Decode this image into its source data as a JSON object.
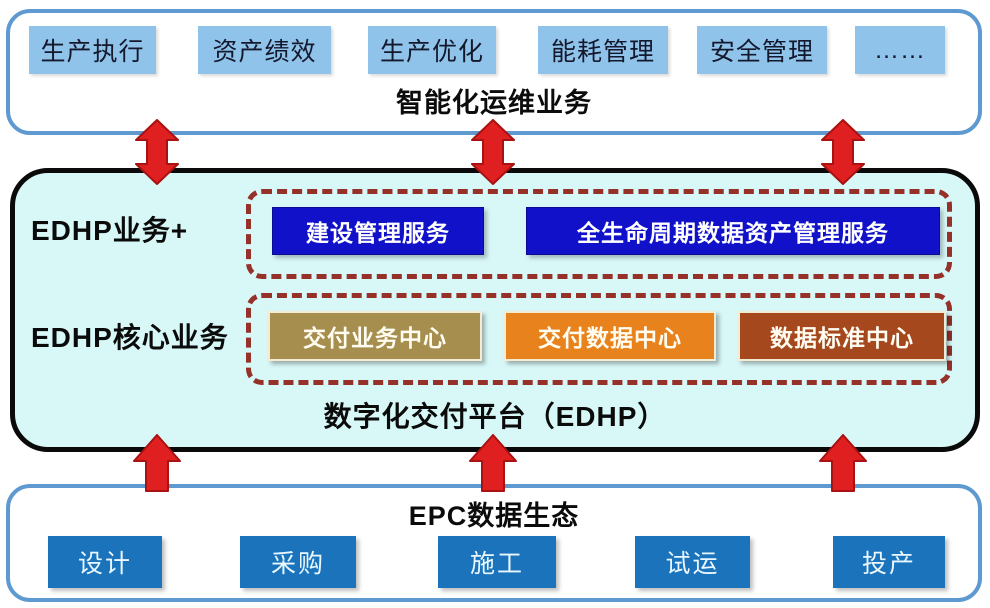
{
  "colors": {
    "panel_border_blue": "#5E9AD0",
    "top_box_fill": "#8FC3EA",
    "mid_panel_fill": "#D8F7F7",
    "mid_panel_border": "#0A0A0A",
    "dashed_border_red": "#96312A",
    "service_box_blue": "#1111C9",
    "center_box_olive": "#A68F4E",
    "center_box_orange": "#E8821C",
    "center_box_brown": "#A5481E",
    "epc_box_blue": "#1B74BB",
    "arrow_red": "#E02020",
    "arrow_red_dark": "#A81212"
  },
  "top_section": {
    "boxes": [
      "生产执行",
      "资产绩效",
      "生产优化",
      "能耗管理",
      "安全管理",
      "……"
    ],
    "caption": "智能化运维业务"
  },
  "middle_section": {
    "row1_label": "EDHP业务+",
    "services": [
      "建设管理服务",
      "全生命周期数据资产管理服务"
    ],
    "row2_label": "EDHP核心业务",
    "centers": [
      "交付业务中心",
      "交付数据中心",
      "数据标准中心"
    ],
    "caption": "数字化交付平台（EDHP）"
  },
  "bottom_section": {
    "title": "EPC数据生态",
    "boxes": [
      "设计",
      "采购",
      "施工",
      "试运",
      "投产"
    ]
  }
}
